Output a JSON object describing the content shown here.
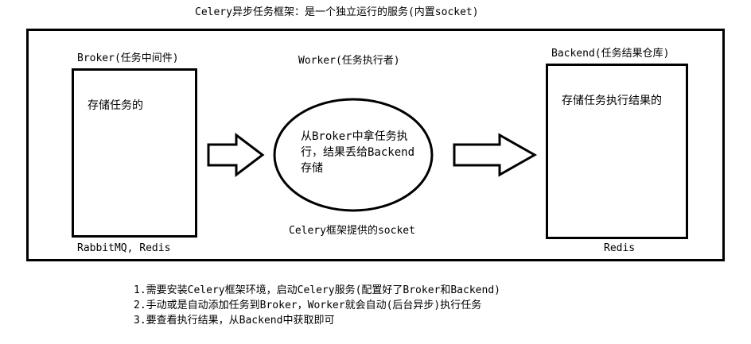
{
  "title": "Celery异步任务框架：是一个独立运行的服务(内置socket)",
  "broker": {
    "label": "Broker(任务中间件)",
    "desc": "存储任务的",
    "impl": "RabbitMQ, Redis"
  },
  "worker": {
    "label": "Worker(任务执行者)",
    "desc_lines": [
      "从Broker中拿任务执",
      "行，结果丢给Backend",
      "存储"
    ],
    "footer": "Celery框架提供的socket"
  },
  "backend": {
    "label": "Backend(任务结果仓库)",
    "desc": "存储任务执行结果的",
    "impl": "Redis"
  },
  "notes": [
    "1.需要安装Celery框架环境，启动Celery服务(配置好了Broker和Backend)",
    "2.手动或是自动添加任务到Broker，Worker就会自动(后台异步)执行任务",
    "3.要查看执行结果，从Backend中获取即可"
  ]
}
